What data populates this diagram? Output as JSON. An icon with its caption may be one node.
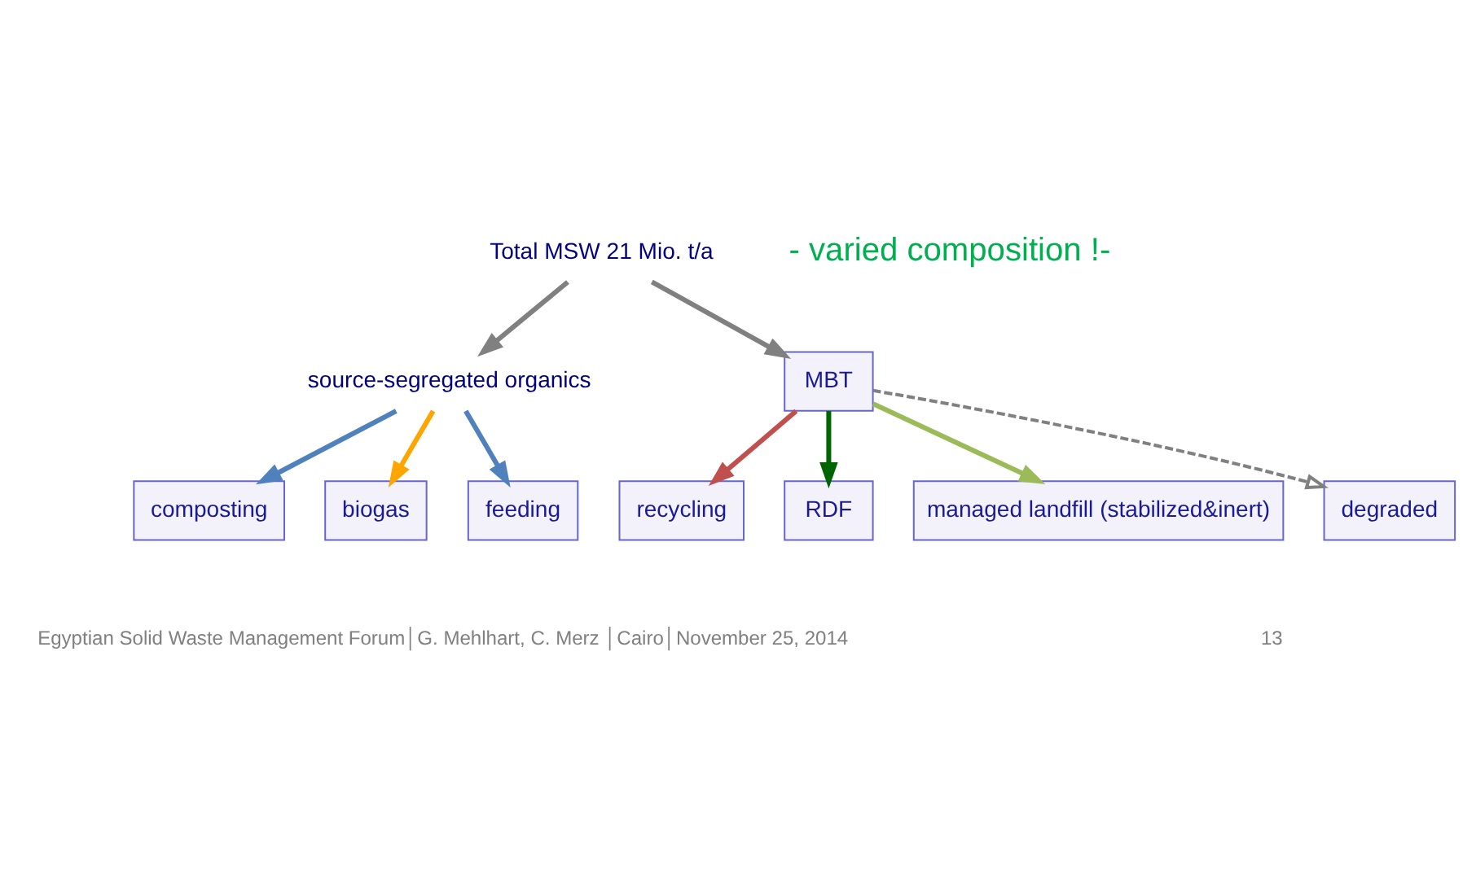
{
  "diagram": {
    "nodes": [
      {
        "text": [
          "Total MSW 21 Mio. t/a"
        ]
      },
      {
        "text": [
          "source-segregated organics"
        ]
      },
      {
        "text": [
          "MBT"
        ]
      },
      {
        "text": [
          "recycling"
        ]
      },
      {
        "text": [
          "RDF"
        ]
      },
      {
        "text": [
          "composting"
        ]
      },
      {
        "text": [
          "biogas"
        ]
      },
      {
        "text": [
          "feeding"
        ]
      },
      {
        "text": [
          "managed landfill (stabilized&inert)"
        ]
      },
      {
        "text": [
          "degraded"
        ]
      }
    ],
    "edges": [
      {
        "from": 0,
        "to": 1,
        "arrow": "to",
        "color": "#808080"
      },
      {
        "from": 0,
        "to": 2,
        "arrow": "to",
        "color": "#808080"
      },
      {
        "from": 1,
        "to": 5,
        "arrow": "to",
        "color": "#4f81bd"
      },
      {
        "from": 1,
        "to": 6,
        "arrow": "to",
        "color": "#ffa500"
      },
      {
        "from": 1,
        "to": 7,
        "arrow": "to",
        "color": "#4f81bd"
      },
      {
        "from": 2,
        "to": 3,
        "arrow": "to",
        "color": "#c0504d"
      },
      {
        "from": 2,
        "to": 4,
        "arrow": "to",
        "color": "#006400"
      },
      {
        "from": 2,
        "to": 8,
        "arrow": "to",
        "color": "#9bbb59"
      },
      {
        "from": 2,
        "to": 9,
        "arrow": "to",
        "style": "dashed",
        "color": "#808080"
      }
    ],
    "labels": [
      "- varied composition !-",
      "Egyptian Solid Waste Management Forum│G. Mehlhart, C. Merz │Cairo│November 25, 2014",
      "13"
    ]
  }
}
